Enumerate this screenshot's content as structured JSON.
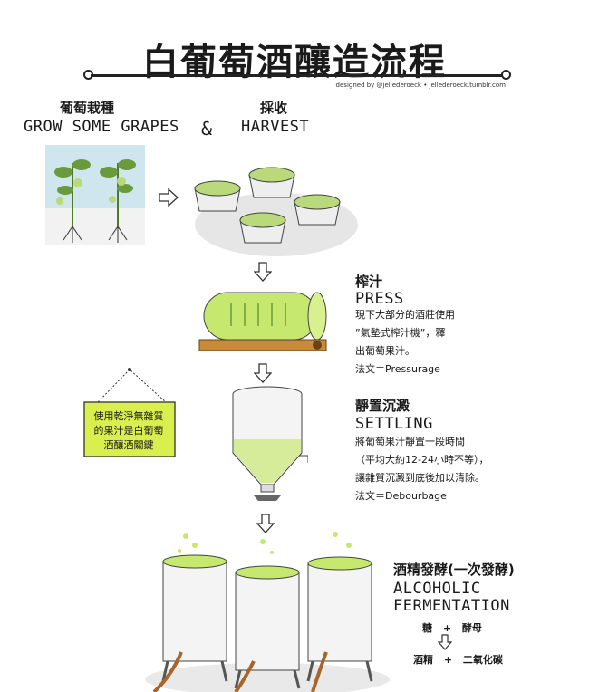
{
  "title": "白葡萄酒釀造流程",
  "credit": "designed by @jellederoeck • jellederoeck.tumblr.com",
  "grow": {
    "zh": "葡萄栽種",
    "en": "GROW SOME GRAPES"
  },
  "ampersand": "&",
  "harvest": {
    "zh": "採收",
    "en": "HARVEST"
  },
  "press": {
    "zh": "榨汁",
    "en": "PRESS",
    "desc": [
      "現下大部分的酒莊使用",
      "”氣墊式榨汁機”，釋",
      "出葡萄果汁。",
      "法文＝Pressurage"
    ]
  },
  "settling": {
    "zh": "靜置沉澱",
    "en": "SETTLING",
    "desc": [
      "將葡萄果汁靜置一段時間",
      "（平均大約12-24小時不等），",
      "讓雜質沉澱到底後加以清除。",
      "法文＝Debourbage"
    ]
  },
  "fermentation": {
    "zh": "酒精發酵(一次發酵)",
    "en1": "ALCOHOLIC",
    "en2": "FERMENTATION",
    "sugar": "糖",
    "plus": "+",
    "yeast": "酵母",
    "alcohol": "酒精",
    "co2": "二氧化碳"
  },
  "sign": {
    "line1": "使用乾淨無雜質",
    "line2": "的果汁是白葡萄",
    "line3": "酒釀酒關鍵"
  },
  "colors": {
    "leaf": "#6a9a3c",
    "grapes": "#b9d97a",
    "juice": "#c7e86e",
    "sign": "#d8ef4e",
    "wood": "#c98a3a",
    "sky": "#cfe6ef"
  }
}
